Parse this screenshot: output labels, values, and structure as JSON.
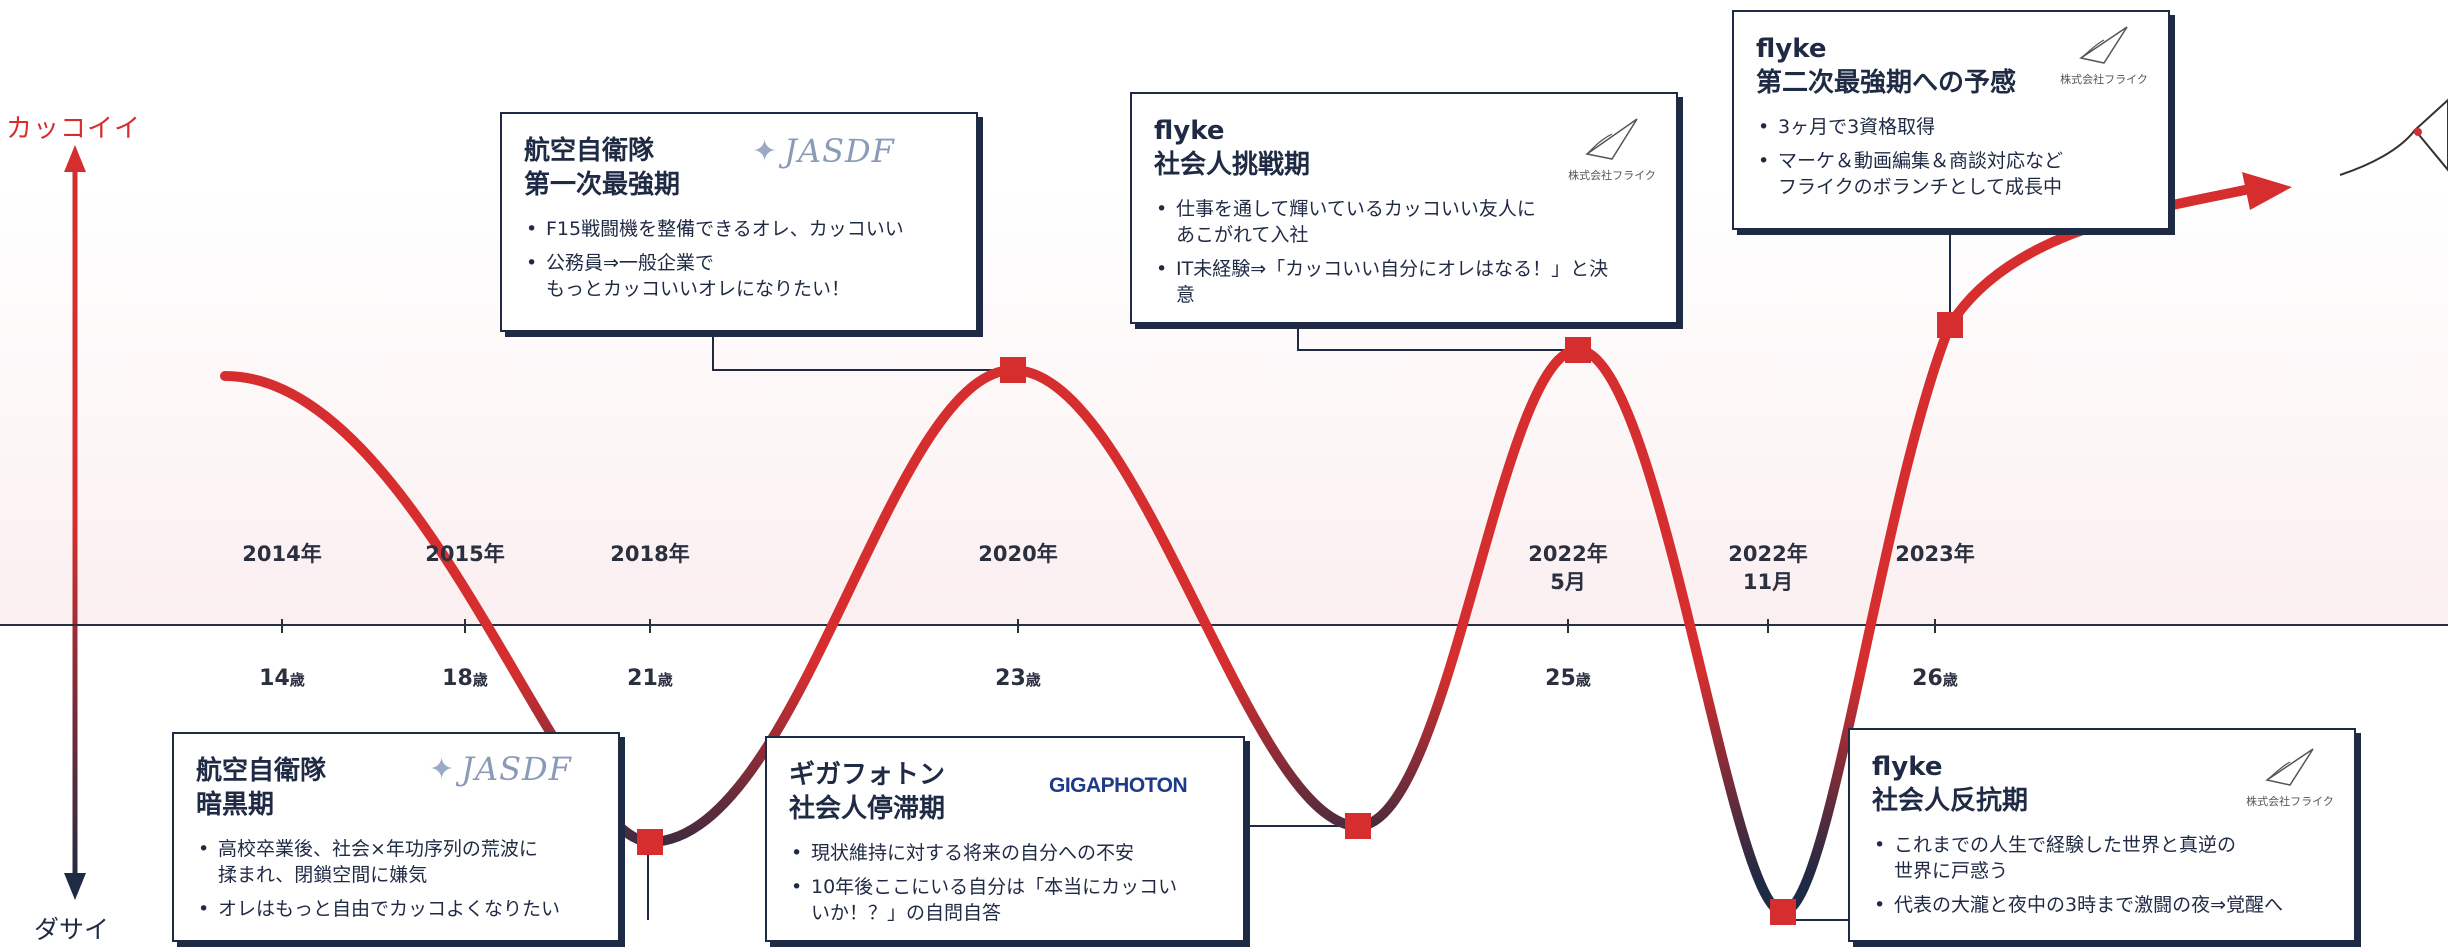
{
  "axis": {
    "top_label": "カッコイイ",
    "bottom_label": "ダサイ"
  },
  "years": [
    {
      "label": "2014年"
    },
    {
      "label": "2015年"
    },
    {
      "label": "2018年"
    },
    {
      "label": "2020年"
    },
    {
      "label": "2022年\n5月"
    },
    {
      "label": "2022年\n11月"
    },
    {
      "label": "2023年"
    }
  ],
  "ages": [
    {
      "num": "14",
      "unit": "歳"
    },
    {
      "num": "18",
      "unit": "歳"
    },
    {
      "num": "21",
      "unit": "歳"
    },
    {
      "num": "23",
      "unit": "歳"
    },
    {
      "num": "25",
      "unit": "歳"
    },
    {
      "num": "26",
      "unit": "歳"
    }
  ],
  "logos": {
    "jasdf": "JASDF",
    "gigaphoton": "GIGAPHOTON",
    "flyke_company": "株式会社フライク"
  },
  "boxes": [
    {
      "id": "jasdf-strong",
      "title": "航空自衛隊\n第一次最強期",
      "bullets": [
        "F15戦闘機を整備できるオレ、カッコいい",
        "公務員⇒一般企業で\nもっとカッコいいオレになりたい！"
      ]
    },
    {
      "id": "flyke-challenge",
      "title": "flyke\n社会人挑戦期",
      "bullets": [
        "仕事を通して輝いているカッコいい友人に\nあこがれて入社",
        "IT未経験⇒「カッコいい自分にオレはなる！」と決\n意"
      ]
    },
    {
      "id": "flyke-second",
      "title": "flyke\n第二次最強期への予感",
      "bullets": [
        "3ヶ月で3資格取得",
        "マーケ＆動画編集＆商談対応など\nフライクのボランチとして成長中"
      ]
    },
    {
      "id": "jasdf-dark",
      "title": "航空自衛隊\n暗黒期",
      "bullets": [
        "高校卒業後、社会×年功序列の荒波に\n揉まれ、閉鎖空間に嫌気",
        "オレはもっと自由でカッコよくなりたい"
      ]
    },
    {
      "id": "giga-stagnant",
      "title": "ギガフォトン\n社会人停滞期",
      "bullets": [
        "現状維持に対する将来の自分への不安",
        "10年後ここにいる自分は「本当にカッコい\nいか！？」の自問自答"
      ]
    },
    {
      "id": "flyke-rebel",
      "title": "flyke\n社会人反抗期",
      "bullets": [
        "これまでの人生で経験した世界と真逆の\n世界に戸惑う",
        "代表の大瀧と夜中の3時まで激闘の夜⇒覚醒へ"
      ]
    }
  ],
  "colors": {
    "accent": "#d62e2e",
    "navy": "#1f2a44"
  }
}
